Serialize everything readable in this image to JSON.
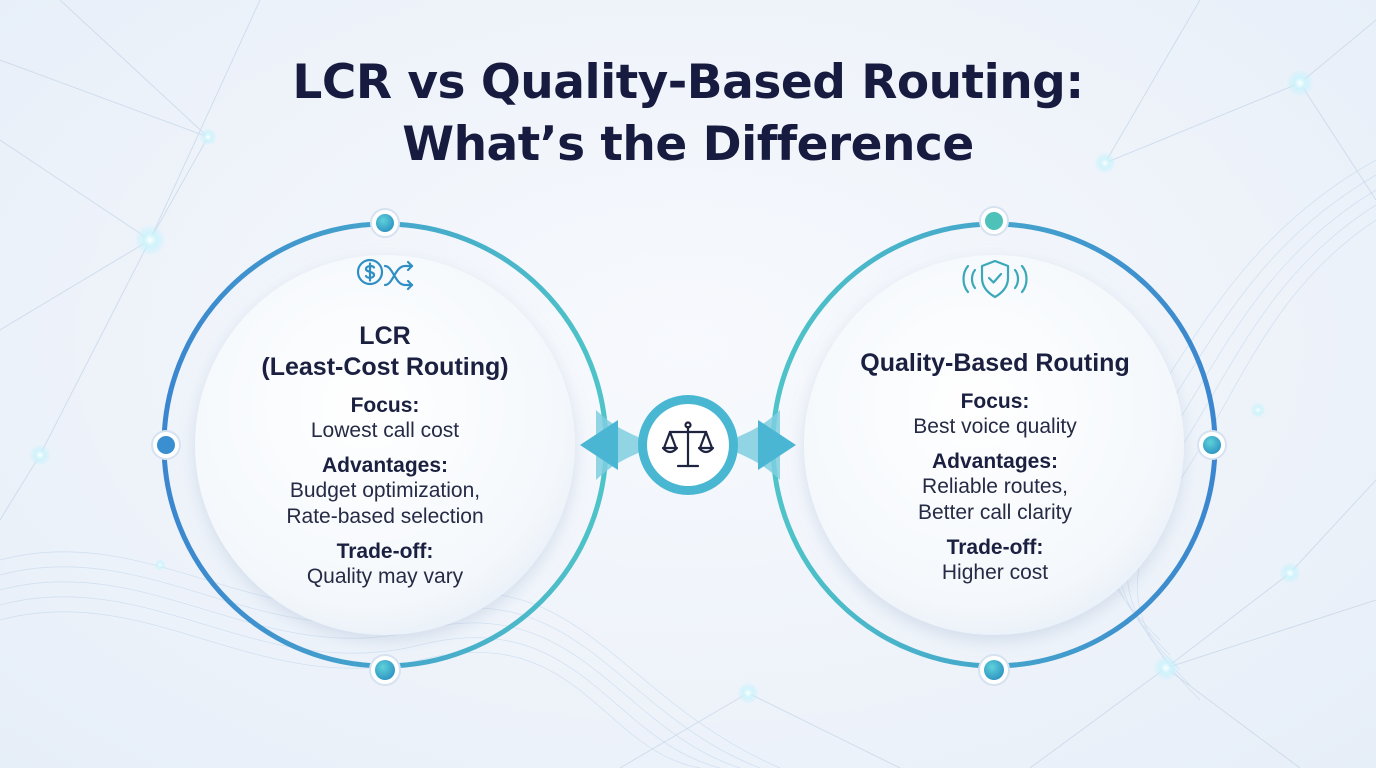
{
  "title": {
    "line1": "LCR vs Quality-Based Routing:",
    "line2": "What’s the Difference"
  },
  "left_panel": {
    "icon": "dollar-routing-icon",
    "title_line1": "LCR",
    "title_line2": "(Least-Cost Routing)",
    "focus_label": "Focus:",
    "focus_value": "Lowest call cost",
    "advantages_label": "Advantages:",
    "advantages_line1": "Budget optimization,",
    "advantages_line2": "Rate-based selection",
    "tradeoff_label": "Trade-off:",
    "tradeoff_value": "Quality may vary"
  },
  "right_panel": {
    "icon": "shield-check-signal-icon",
    "title": "Quality-Based Routing",
    "focus_label": "Focus:",
    "focus_value": "Best voice quality",
    "advantages_label": "Advantages:",
    "advantages_line1": "Reliable routes,",
    "advantages_line2": "Better call clarity",
    "tradeoff_label": "Trade-off:",
    "tradeoff_value": "Higher cost"
  },
  "center": {
    "icon": "balance-scale-icon"
  },
  "colors": {
    "title": "#161b3f",
    "ring_blue": "#3b8fd0",
    "ring_teal": "#4fc3c7",
    "node": "#38a9c9",
    "background": "#eef3fa"
  }
}
